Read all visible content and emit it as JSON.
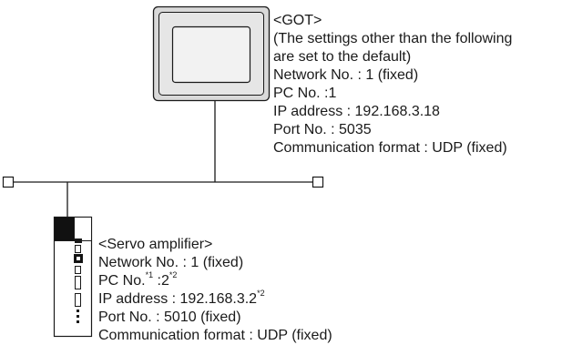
{
  "got": {
    "title": "<GOT>",
    "lines": [
      "(The settings other than the following",
      "are set to the default)",
      "Network No. : 1 (fixed)",
      "PC No. :1",
      "IP address : 192.168.3.18",
      "Port No. : 5035",
      "Communication format : UDP (fixed)"
    ]
  },
  "servo": {
    "title": "<Servo amplifier>",
    "network": "Network No. : 1 (fixed)",
    "pc_label": "PC No.",
    "pc_note1": "*1",
    "pc_value": " :2",
    "pc_note2": "*2",
    "ip_label": "IP address : 192.168.3.2",
    "ip_note": "*2",
    "port": "Port No. : 5010 (fixed)",
    "comm": "Communication format : UDP (fixed)"
  },
  "colors": {
    "line": "#1a1a1a",
    "panel_bezel": "#d9d9d9",
    "panel_screen": "#f2f2f2",
    "device_dark": "#111111"
  },
  "icons": {
    "got": "got-panel-icon",
    "servo": "servo-amplifier-icon",
    "terminator": "terminator-square-icon"
  }
}
